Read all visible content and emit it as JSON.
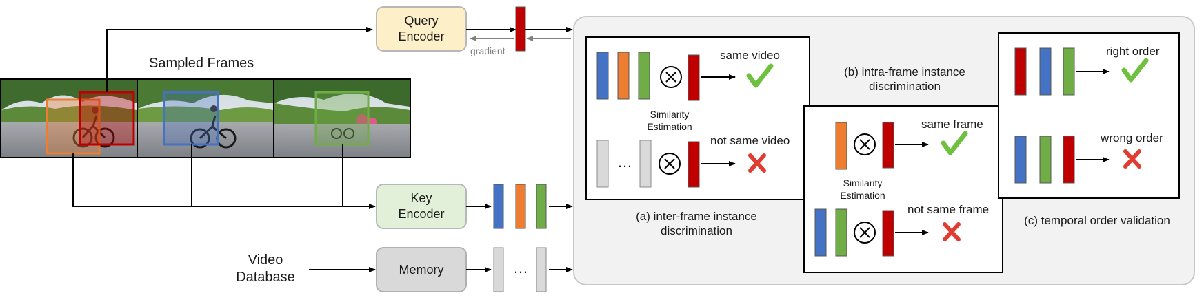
{
  "frames": {
    "title": "Sampled Frames"
  },
  "encoders": {
    "query_line1": "Query",
    "query_line2": "Encoder",
    "key_line1": "Key",
    "key_line2": "Encoder",
    "memory": "Memory",
    "gradient": "gradient"
  },
  "database": {
    "line1": "Video",
    "line2": "Database"
  },
  "panel_a": {
    "positive_label": "same video",
    "negative_label": "not same video",
    "similarity_line1": "Similarity",
    "similarity_line2": "Estimation",
    "caption_line1": "(a) inter-frame instance",
    "caption_line2": "discrimination",
    "ellipsis": "…"
  },
  "panel_b": {
    "title_line1": "(b) intra-frame instance",
    "title_line2": "discrimination",
    "positive_label": "same frame",
    "negative_label": "not same frame",
    "similarity_line1": "Similarity",
    "similarity_line2": "Estimation"
  },
  "panel_c": {
    "positive_label": "right order",
    "negative_label": "wrong order",
    "caption": "(c) temporal order validation"
  },
  "memory_ellipsis": "…",
  "colors": {
    "blue": "#4472c4",
    "orange": "#ed7d31",
    "green": "#70ad47",
    "red": "#c00000",
    "gray": "#d9d9d9",
    "check": "#70c040",
    "cross": "#e03c31",
    "query_fill": "#fdf0c8",
    "key_fill": "#e2f0d9",
    "memory_fill": "#d9d9d9",
    "panel_fill": "#f2f2f2"
  }
}
